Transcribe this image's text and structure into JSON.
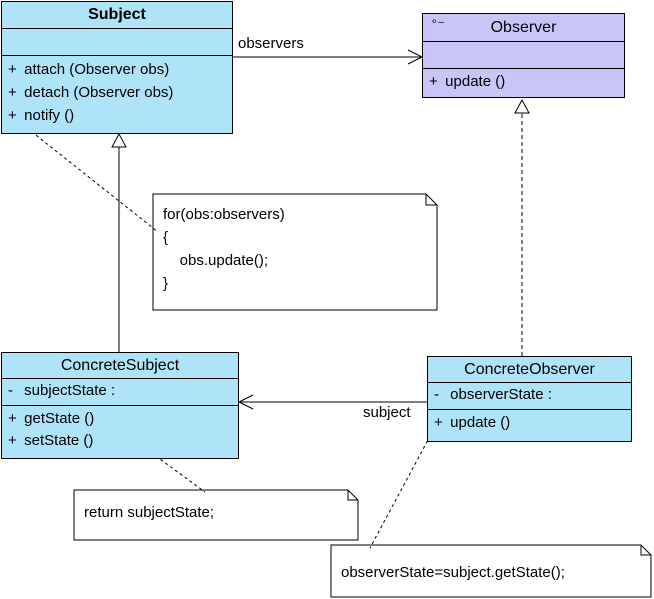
{
  "classes": {
    "subject": {
      "name": "Subject",
      "fields": [],
      "operations": [
        {
          "visibility": "+",
          "text": "attach (Observer obs)"
        },
        {
          "visibility": "+",
          "text": "detach (Observer obs)"
        },
        {
          "visibility": "+",
          "text": "notify ()"
        }
      ]
    },
    "observer": {
      "name": "Observer",
      "stereotype_icon": "interface-icon",
      "fields": [],
      "operations": [
        {
          "visibility": "+",
          "text": "update ()"
        }
      ]
    },
    "concrete_subject": {
      "name": "ConcreteSubject",
      "fields": [
        {
          "visibility": "-",
          "text": "subjectState  :"
        }
      ],
      "operations": [
        {
          "visibility": "+",
          "text": "getState ()"
        },
        {
          "visibility": "+",
          "text": "setState ()"
        }
      ]
    },
    "concrete_observer": {
      "name": "ConcreteObserver",
      "fields": [
        {
          "visibility": "-",
          "text": "observerState  :"
        }
      ],
      "operations": [
        {
          "visibility": "+",
          "text": "update ()"
        }
      ]
    }
  },
  "associations": {
    "observers_label": "observers",
    "subject_label": "subject"
  },
  "notes": {
    "notify_note": "for(obs:observers)\n{\n    obs.update();\n}",
    "getstate_note": "return subjectState;",
    "update_note": "observerState=subject.getState();"
  },
  "colors": {
    "class_fill": "#aee3f8",
    "interface_fill": "#c9c6f7",
    "line": "#000000"
  }
}
